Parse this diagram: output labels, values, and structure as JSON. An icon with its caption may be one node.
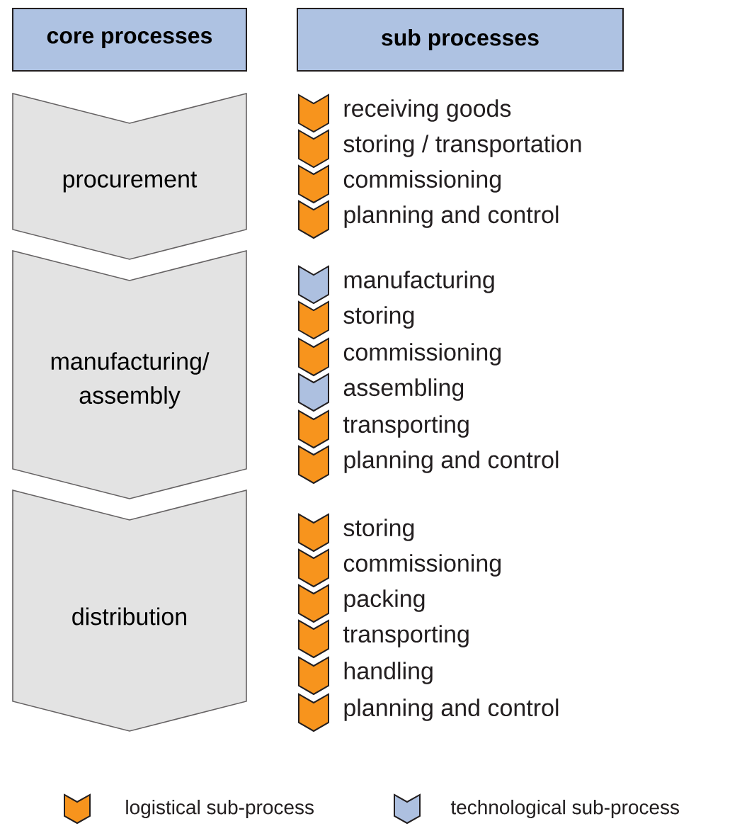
{
  "diagram": {
    "nodes": [
      {
        "text": [
          "core processes"
        ]
      },
      {
        "text": [
          "sub processes"
        ]
      },
      {
        "text": [
          "procurement"
        ]
      },
      {
        "text": [
          "manufacturing/ assembly"
        ]
      },
      {
        "text": [
          "distribution"
        ]
      },
      {
        "text": [
          "receiving goods"
        ]
      },
      {
        "text": [
          "storing / transportation"
        ]
      },
      {
        "text": [
          "commissioning"
        ]
      },
      {
        "text": [
          "planning and control"
        ]
      },
      {
        "text": [
          "manufacturing"
        ]
      },
      {
        "text": [
          "storing"
        ]
      },
      {
        "text": [
          "commissioning"
        ]
      },
      {
        "text": [
          "assembling"
        ]
      },
      {
        "text": [
          "transporting"
        ]
      },
      {
        "text": [
          "planning and control"
        ]
      },
      {
        "text": [
          "storing"
        ]
      },
      {
        "text": [
          "commissioning"
        ]
      },
      {
        "text": [
          "packing"
        ]
      },
      {
        "text": [
          "transporting"
        ]
      },
      {
        "text": [
          "handling"
        ]
      },
      {
        "text": [
          "planning and control"
        ]
      }
    ],
    "legend": [
      {
        "text": "logistical sub-process",
        "color": "#f7941d"
      },
      {
        "text": "technological sub-process",
        "color": "#adc0e0"
      }
    ]
  }
}
